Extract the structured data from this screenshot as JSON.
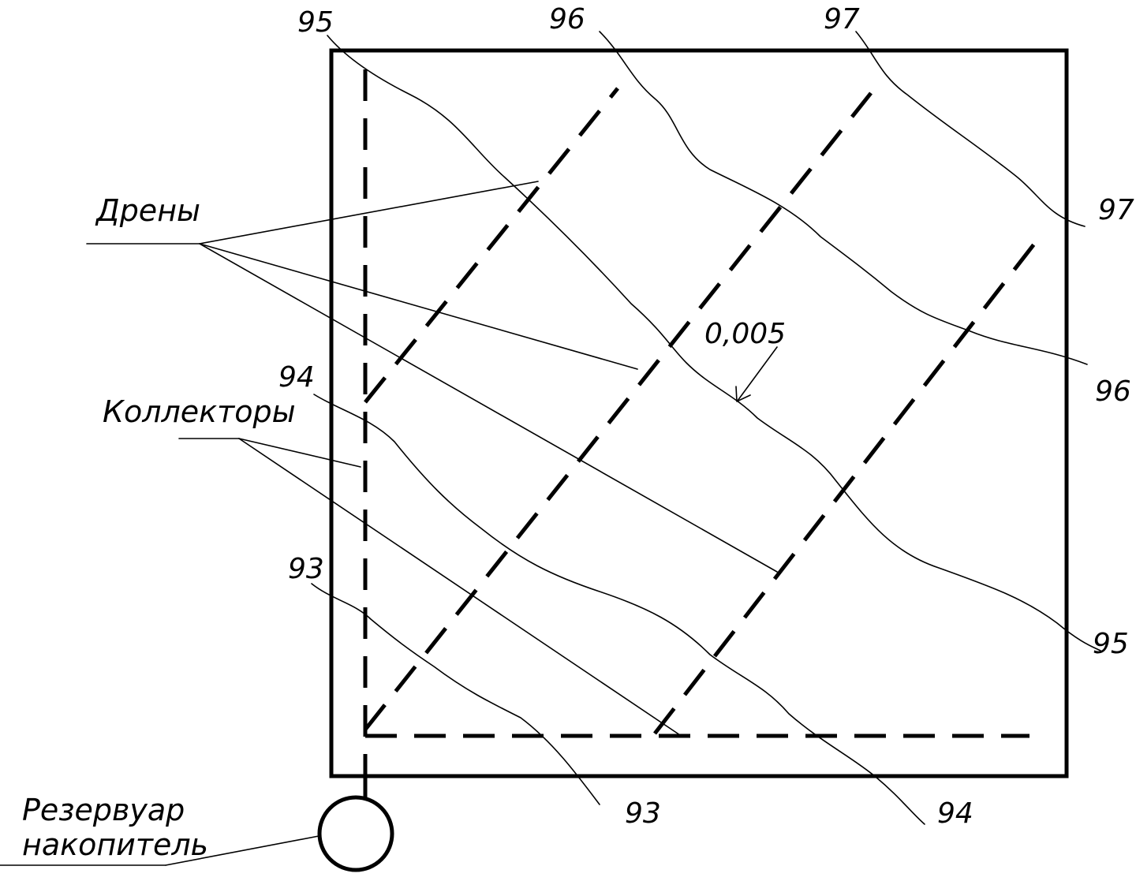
{
  "labels": {
    "drains": "Дрены",
    "collectors": "Коллекторы",
    "reservoir_line1": "Резервуар",
    "reservoir_line2": "накопитель",
    "slope": "0,005"
  },
  "contours": {
    "c95_top": "95",
    "c96_top": "96",
    "c97_top": "97",
    "c97_right": "97",
    "c96_right": "96",
    "c95_right": "95",
    "c94_left": "94",
    "c93_left": "93",
    "c93_bottom": "93",
    "c94_bottom": "94"
  },
  "colors": {
    "ink": "#000000",
    "background": "#ffffff"
  }
}
